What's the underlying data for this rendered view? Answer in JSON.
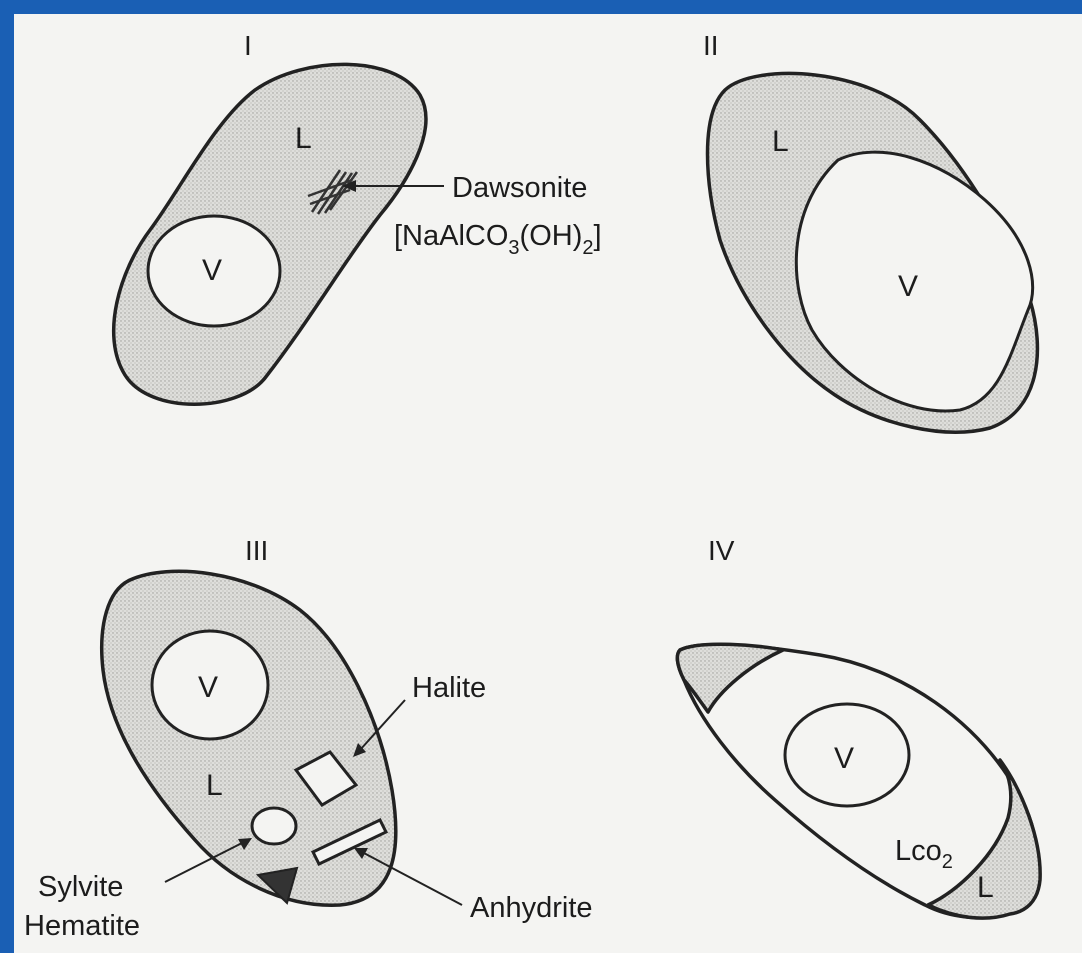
{
  "panels": {
    "p1": {
      "numeral": "I",
      "liquid_label": "L",
      "vapor_label": "V",
      "mineral_name": "Dawsonite",
      "formula": {
        "a": "[NaAlCO",
        "s1": "3",
        "b": "(OH)",
        "s2": "2",
        "c": "]"
      }
    },
    "p2": {
      "numeral": "II",
      "liquid_label": "L",
      "vapor_label": "V"
    },
    "p3": {
      "numeral": "III",
      "liquid_label": "L",
      "vapor_label": "V",
      "halite": "Halite",
      "sylvite": "Sylvite",
      "hematite": "Hematite",
      "anhydrite": "Anhydrite"
    },
    "p4": {
      "numeral": "IV",
      "vapor_label": "V",
      "lco2_main": "Lco",
      "lco2_sub": "2",
      "liquid_label": "L"
    }
  },
  "colors": {
    "border": "#1a5fb4",
    "paper": "#f4f4f2",
    "stipple": "#d9d9d6",
    "ink": "#222222"
  }
}
